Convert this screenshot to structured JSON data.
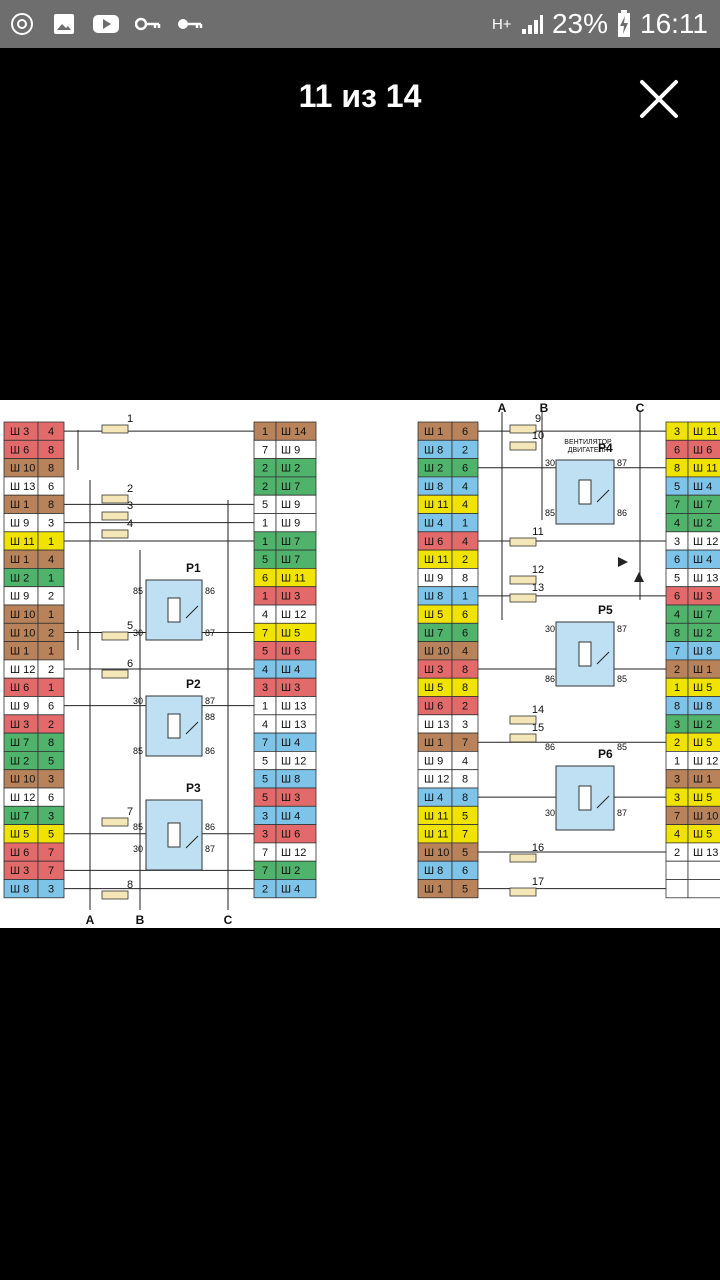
{
  "status_bar": {
    "icons_left": [
      "pinwheel-icon",
      "gallery-icon",
      "youtube-icon",
      "key-icon",
      "key-icon"
    ],
    "network": "H+",
    "battery": "23%",
    "time": "16:11"
  },
  "viewer": {
    "counter": "11 из 14",
    "close_icon": "close-icon"
  },
  "diagram": {
    "left": {
      "left_blocks": [
        [
          "Ш 3",
          "4",
          "#e36a6a"
        ],
        [
          "Ш 6",
          "8",
          "#e36a6a"
        ],
        [
          "Ш 10",
          "8",
          "#b8835a"
        ],
        [
          "Ш 13",
          "6",
          "#ffffff"
        ],
        [
          "Ш 1",
          "8",
          "#b8835a"
        ],
        [
          "Ш 9",
          "3",
          "#ffffff"
        ],
        [
          "Ш 11",
          "1",
          "#f0e300"
        ],
        [
          "Ш 1",
          "4",
          "#b8835a"
        ],
        [
          "Ш 2",
          "1",
          "#4fb36b"
        ],
        [
          "Ш 9",
          "2",
          "#ffffff"
        ],
        [
          "Ш 10",
          "1",
          "#b8835a"
        ],
        [
          "Ш 10",
          "2",
          "#b8835a"
        ],
        [
          "Ш 1",
          "1",
          "#b8835a"
        ],
        [
          "Ш 12",
          "2",
          "#ffffff"
        ],
        [
          "Ш 6",
          "1",
          "#e36a6a"
        ],
        [
          "Ш 9",
          "6",
          "#ffffff"
        ],
        [
          "Ш 3",
          "2",
          "#e36a6a"
        ],
        [
          "Ш 7",
          "8",
          "#4fb36b"
        ],
        [
          "Ш 2",
          "5",
          "#4fb36b"
        ],
        [
          "Ш 10",
          "3",
          "#b8835a"
        ],
        [
          "Ш 12",
          "6",
          "#ffffff"
        ],
        [
          "Ш 7",
          "3",
          "#4fb36b"
        ],
        [
          "Ш 5",
          "5",
          "#f0e300"
        ],
        [
          "Ш 6",
          "7",
          "#e36a6a"
        ],
        [
          "Ш 3",
          "7",
          "#e36a6a"
        ],
        [
          "Ш 8",
          "3",
          "#7ec4e8"
        ]
      ],
      "right_blocks": [
        [
          "1",
          "Ш 14",
          "#b8835a"
        ],
        [
          "7",
          "Ш 9",
          "#ffffff"
        ],
        [
          "2",
          "Ш 2",
          "#4fb36b"
        ],
        [
          "2",
          "Ш 7",
          "#4fb36b"
        ],
        [
          "5",
          "Ш 9",
          "#ffffff"
        ],
        [
          "1",
          "Ш 9",
          "#ffffff"
        ],
        [
          "1",
          "Ш 7",
          "#4fb36b"
        ],
        [
          "5",
          "Ш 7",
          "#4fb36b"
        ],
        [
          "6",
          "Ш 11",
          "#f0e300"
        ],
        [
          "1",
          "Ш 3",
          "#e36a6a"
        ],
        [
          "4",
          "Ш 12",
          "#ffffff"
        ],
        [
          "7",
          "Ш 5",
          "#f0e300"
        ],
        [
          "5",
          "Ш 6",
          "#e36a6a"
        ],
        [
          "4",
          "Ш 4",
          "#7ec4e8"
        ],
        [
          "3",
          "Ш 3",
          "#e36a6a"
        ],
        [
          "1",
          "Ш 13",
          "#ffffff"
        ],
        [
          "4",
          "Ш 13",
          "#ffffff"
        ],
        [
          "7",
          "Ш 4",
          "#7ec4e8"
        ],
        [
          "5",
          "Ш 12",
          "#ffffff"
        ],
        [
          "5",
          "Ш 8",
          "#7ec4e8"
        ],
        [
          "5",
          "Ш 3",
          "#e36a6a"
        ],
        [
          "3",
          "Ш 4",
          "#7ec4e8"
        ],
        [
          "3",
          "Ш 6",
          "#e36a6a"
        ],
        [
          "7",
          "Ш 12",
          "#ffffff"
        ],
        [
          "7",
          "Ш 2",
          "#4fb36b"
        ],
        [
          "2",
          "Ш 4",
          "#7ec4e8"
        ]
      ],
      "fuses": [
        "1",
        "2",
        "3",
        "4",
        "5",
        "6",
        "7",
        "8"
      ],
      "relays": [
        "P1",
        "P2",
        "P3"
      ],
      "bus_labels": [
        "A",
        "B",
        "C"
      ],
      "pin_labels": [
        "85",
        "86",
        "30",
        "87",
        "30",
        "87",
        "88",
        "85",
        "86",
        "85",
        "86",
        "30",
        "87"
      ]
    },
    "right": {
      "left_blocks": [
        [
          "Ш 1",
          "6",
          "#b8835a"
        ],
        [
          "Ш 8",
          "2",
          "#7ec4e8"
        ],
        [
          "Ш 2",
          "6",
          "#4fb36b"
        ],
        [
          "Ш 8",
          "4",
          "#7ec4e8"
        ],
        [
          "Ш 11",
          "4",
          "#f0e300"
        ],
        [
          "Ш 4",
          "1",
          "#7ec4e8"
        ],
        [
          "Ш 6",
          "4",
          "#e36a6a"
        ],
        [
          "Ш 11",
          "2",
          "#f0e300"
        ],
        [
          "Ш 9",
          "8",
          "#ffffff"
        ],
        [
          "Ш 8",
          "1",
          "#7ec4e8"
        ],
        [
          "Ш 5",
          "6",
          "#f0e300"
        ],
        [
          "Ш 7",
          "6",
          "#4fb36b"
        ],
        [
          "Ш 10",
          "4",
          "#b8835a"
        ],
        [
          "Ш 3",
          "8",
          "#e36a6a"
        ],
        [
          "Ш 5",
          "8",
          "#f0e300"
        ],
        [
          "Ш 6",
          "2",
          "#e36a6a"
        ],
        [
          "Ш 13",
          "3",
          "#ffffff"
        ],
        [
          "Ш 1",
          "7",
          "#b8835a"
        ],
        [
          "Ш 9",
          "4",
          "#ffffff"
        ],
        [
          "Ш 12",
          "8",
          "#ffffff"
        ],
        [
          "Ш 4",
          "8",
          "#7ec4e8"
        ],
        [
          "Ш 11",
          "5",
          "#f0e300"
        ],
        [
          "Ш 11",
          "7",
          "#f0e300"
        ],
        [
          "Ш 10",
          "5",
          "#b8835a"
        ],
        [
          "Ш 8",
          "6",
          "#7ec4e8"
        ],
        [
          "Ш 1",
          "5",
          "#b8835a"
        ]
      ],
      "right_blocks": [
        [
          "3",
          "Ш 11",
          "#f0e300"
        ],
        [
          "6",
          "Ш 6",
          "#e36a6a"
        ],
        [
          "8",
          "Ш 11",
          "#f0e300"
        ],
        [
          "5",
          "Ш 4",
          "#7ec4e8"
        ],
        [
          "7",
          "Ш 7",
          "#4fb36b"
        ],
        [
          "4",
          "Ш 2",
          "#4fb36b"
        ],
        [
          "3",
          "Ш 12",
          "#ffffff"
        ],
        [
          "6",
          "Ш 4",
          "#7ec4e8"
        ],
        [
          "5",
          "Ш 13",
          "#ffffff"
        ],
        [
          "6",
          "Ш 3",
          "#e36a6a"
        ],
        [
          "4",
          "Ш 7",
          "#4fb36b"
        ],
        [
          "8",
          "Ш 2",
          "#4fb36b"
        ],
        [
          "7",
          "Ш 8",
          "#7ec4e8"
        ],
        [
          "2",
          "Ш 1",
          "#b8835a"
        ],
        [
          "1",
          "Ш 5",
          "#f0e300"
        ],
        [
          "8",
          "Ш 8",
          "#7ec4e8"
        ],
        [
          "3",
          "Ш 2",
          "#4fb36b"
        ],
        [
          "2",
          "Ш 5",
          "#f0e300"
        ],
        [
          "1",
          "Ш 12",
          "#ffffff"
        ],
        [
          "3",
          "Ш 1",
          "#b8835a"
        ],
        [
          "3",
          "Ш 5",
          "#f0e300"
        ],
        [
          "7",
          "Ш 10",
          "#b8835a"
        ],
        [
          "4",
          "Ш 5",
          "#f0e300"
        ],
        [
          "2",
          "Ш 13",
          "#ffffff"
        ],
        [
          "",
          "",
          "#ffffff"
        ],
        [
          "",
          "",
          "#ffffff"
        ]
      ],
      "fuses": [
        "9",
        "10",
        "11",
        "12",
        "13",
        "14",
        "15",
        "16",
        "17"
      ],
      "relays": [
        "P4",
        "P5",
        "P6"
      ],
      "fan_label_1": "ВЕНТИЛЯТОР",
      "fan_label_2": "ДВИГАТЕЛЯ",
      "bus_labels": [
        "A",
        "B",
        "C"
      ],
      "pin_labels": [
        "30",
        "87",
        "85",
        "86",
        "30",
        "87",
        "86",
        "85",
        "86",
        "85",
        "30",
        "87"
      ]
    }
  }
}
